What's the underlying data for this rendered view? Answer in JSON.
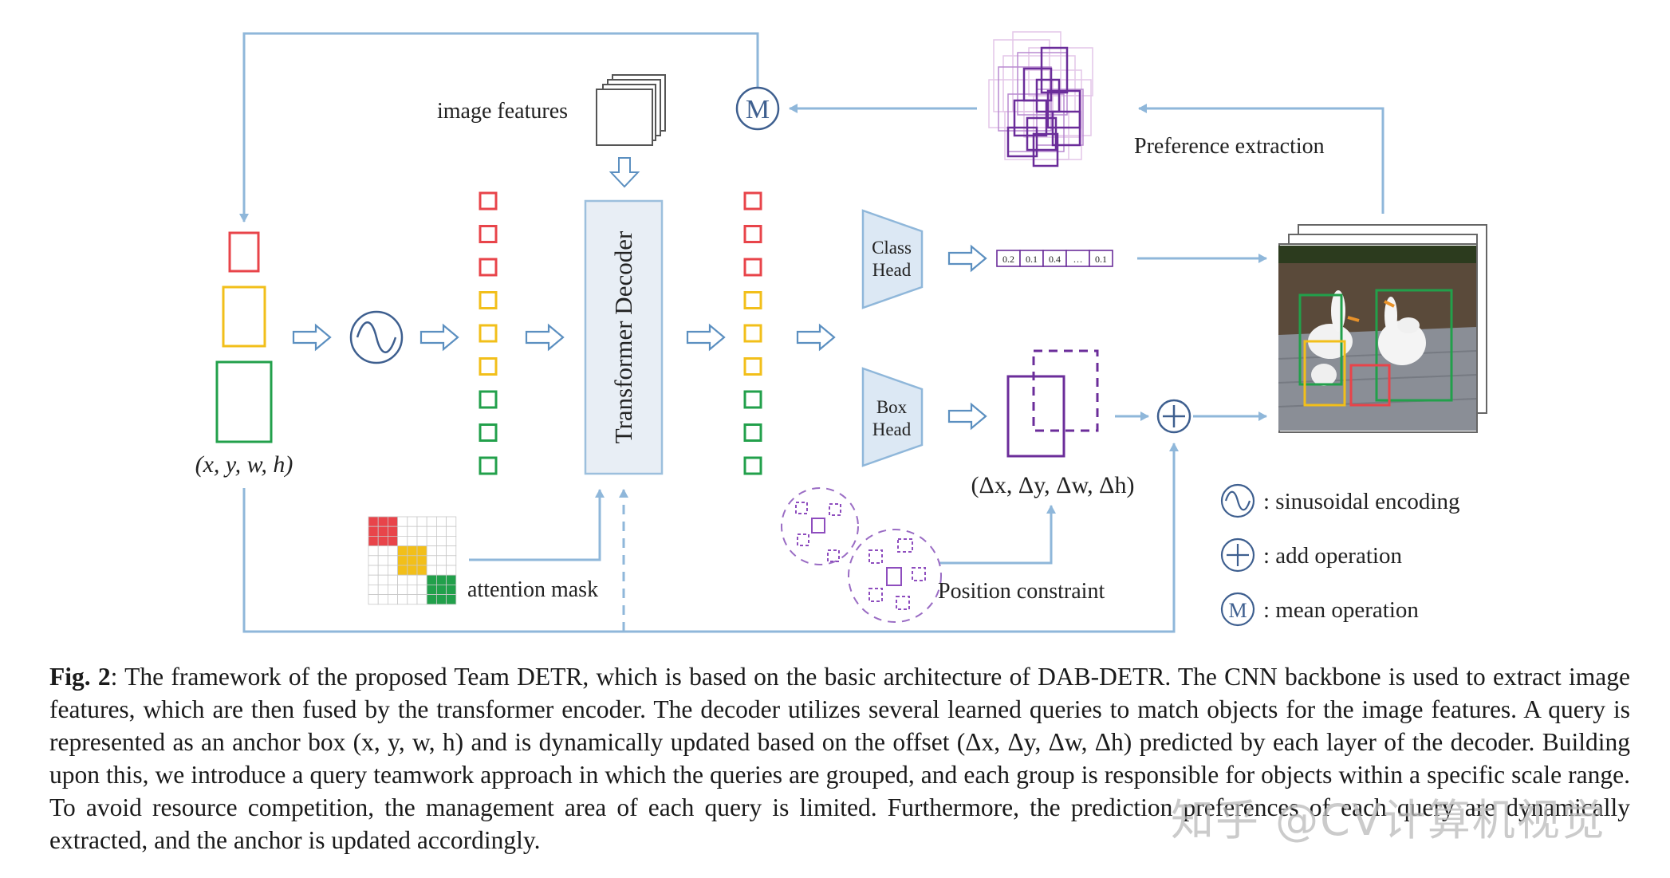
{
  "diagram": {
    "anchor_label": "(x, y, w, h)",
    "image_features_label": "image features",
    "transformer_decoder_label": "Transformer Decoder",
    "attention_mask_label": "attention mask",
    "class_head_line1": "Class",
    "class_head_line2": "Head",
    "box_head_line1": "Box",
    "box_head_line2": "Head",
    "class_scores": [
      "0.2",
      "0.1",
      "0.4",
      "…",
      "0.1"
    ],
    "offset_label": "(Δx, Δy, Δw, Δh)",
    "position_constraint_label": "Position constraint",
    "preference_extraction_label": "Preference extraction",
    "mean_symbol": "M",
    "legend": {
      "sinusoidal": ": sinusoidal encoding",
      "add": ": add operation",
      "mean": ": mean operation"
    },
    "colors": {
      "arrow": "#8fb7da",
      "red": "#e8444a",
      "yellow": "#f2bf1a",
      "green": "#22a04b",
      "purple": "#6b2d9a",
      "decoder_fill": "#e8eef5",
      "decoder_stroke": "#9cbfdd"
    }
  },
  "caption": {
    "label": "Fig. 2",
    "text": ": The framework of the proposed Team DETR, which is based on the basic architecture of DAB-DETR. The CNN backbone is used to extract image features, which are then fused by the transformer encoder. The decoder utilizes several learned queries to match objects for the image features. A query is represented as an anchor box (x, y, w, h) and is dynamically updated based on the offset (Δx, Δy, Δw, Δh) predicted by each layer of the decoder. Building upon this, we introduce a query teamwork approach in which the queries are grouped, and each group is responsible for objects within a specific scale range. To avoid resource competition, the management area of each query is limited. Furthermore, the prediction preferences of each query are dynamically extracted, and the anchor is updated accordingly."
  },
  "watermark": "知乎 @CV计算机视觉"
}
